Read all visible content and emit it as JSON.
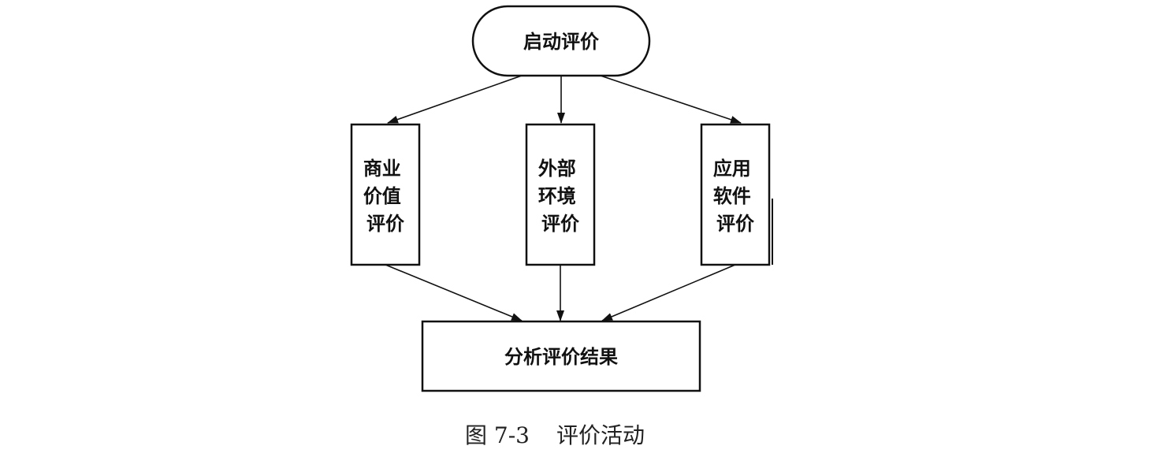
{
  "diagram": {
    "start": "启动评价",
    "branches": [
      {
        "lines": [
          "商业",
          "价值",
          "评价"
        ]
      },
      {
        "lines": [
          "外部",
          "环境",
          "评价"
        ]
      },
      {
        "lines": [
          "应用",
          "软件",
          "评价"
        ]
      }
    ],
    "result": "分析评价结果"
  },
  "caption": {
    "number": "图 7-3",
    "title": "评价活动"
  }
}
